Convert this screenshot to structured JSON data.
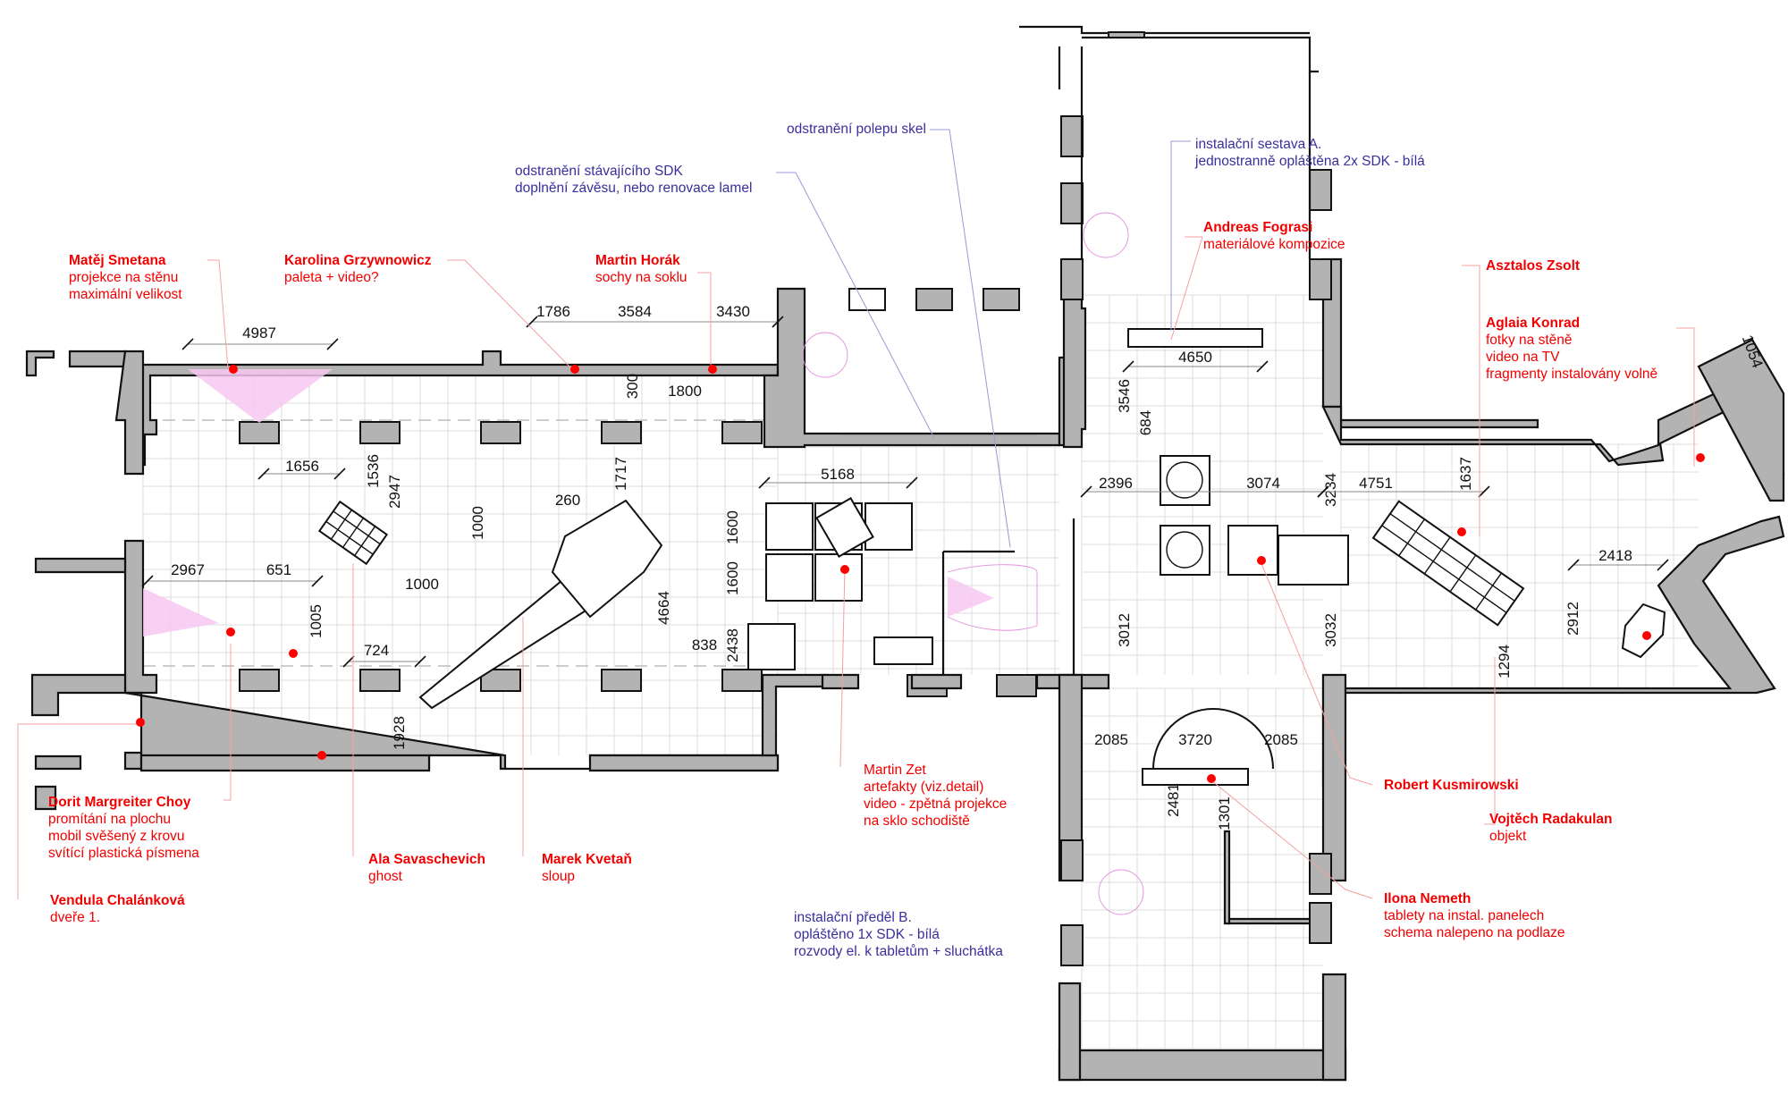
{
  "plan": {
    "type": "exhibition floor plan",
    "colors": {
      "artist_label": "#f20000",
      "construction_note": "#3a2f9c",
      "wall_fill": "#b3b3b3",
      "projection_cone": "#f7c8f1",
      "marker_dot": "#ff0000"
    }
  },
  "artists": [
    {
      "name": "Matěj Smetana",
      "lines": [
        "projekce na stěnu",
        "maximální velikost"
      ]
    },
    {
      "name": "Karolina Grzywnowicz",
      "lines": [
        "paleta + video?"
      ]
    },
    {
      "name": "Martin Horák",
      "lines": [
        "sochy na soklu"
      ]
    },
    {
      "name": "Andreas Fograsi",
      "lines": [
        "materiálové kompozice"
      ]
    },
    {
      "name": "Asztalos Zsolt",
      "lines": []
    },
    {
      "name": "Aglaia Konrad",
      "lines": [
        "fotky na stěně",
        "video na TV",
        "fragmenty instalovány volně"
      ]
    },
    {
      "name": "Dorit Margreiter Choy",
      "lines": [
        "promítání na plochu",
        "mobil svěšený z krovu",
        "svítící plastická písmena"
      ]
    },
    {
      "name": "Vendula Chalánková",
      "lines": [
        "dveře 1."
      ]
    },
    {
      "name": "Ala Savaschevich",
      "lines": [
        "ghost"
      ]
    },
    {
      "name": "Marek Kvetaň",
      "lines": [
        "sloup"
      ]
    },
    {
      "name": "Martin Zet",
      "lines": [
        "artefakty (viz.detail)",
        "video - zpětná projekce",
        "na sklo schodiště"
      ]
    },
    {
      "name": "Robert Kusmirowski",
      "lines": []
    },
    {
      "name": "Vojtěch Radakulan",
      "lines": [
        "objekt"
      ]
    },
    {
      "name": "Ilona Nemeth",
      "lines": [
        "tablety na instal. panelech",
        "schema nalepeno na podlaze"
      ]
    }
  ],
  "notes": [
    {
      "lines": [
        "odstranění polepu skel"
      ]
    },
    {
      "lines": [
        "odstranění stávajícího SDK",
        "doplnění závěsu, nebo renovace lamel"
      ]
    },
    {
      "lines": [
        "instalační sestava A.",
        "jednostranně opláštěna 2x SDK - bílá"
      ]
    },
    {
      "lines": [
        "instalační předěl B.",
        "opláštěno 1x SDK - bílá",
        "rozvody el. k tabletům + sluchátka"
      ]
    }
  ],
  "dimensions": {
    "d4987": "4987",
    "d1786": "1786",
    "d3584": "3584",
    "d3430": "3430",
    "d300": "300",
    "d1800": "1800",
    "d1656": "1656",
    "d1536": "1536",
    "d2947": "2947",
    "d1717": "1717",
    "d260": "260",
    "d1000a": "1000",
    "d1000b": "1000",
    "d2967": "2967",
    "d651": "651",
    "d1005": "1005",
    "d724": "724",
    "d1928": "1928",
    "d4664": "4664",
    "d5168": "5168",
    "d1600a": "1600",
    "d1600b": "1600",
    "d2438": "2438",
    "d838": "838",
    "d4650": "4650",
    "d3546": "3546",
    "d684": "684",
    "d2396": "2396",
    "d3074": "3074",
    "d3234": "3234",
    "d4751": "4751",
    "d3012": "3012",
    "d3032": "3032",
    "d3720": "3720",
    "d2085a": "2085",
    "d2085b": "2085",
    "d2481": "2481",
    "d1301": "1301",
    "d1637": "1637",
    "d1054": "1054",
    "d2418": "2418",
    "d2912": "2912",
    "d1294": "1294"
  }
}
